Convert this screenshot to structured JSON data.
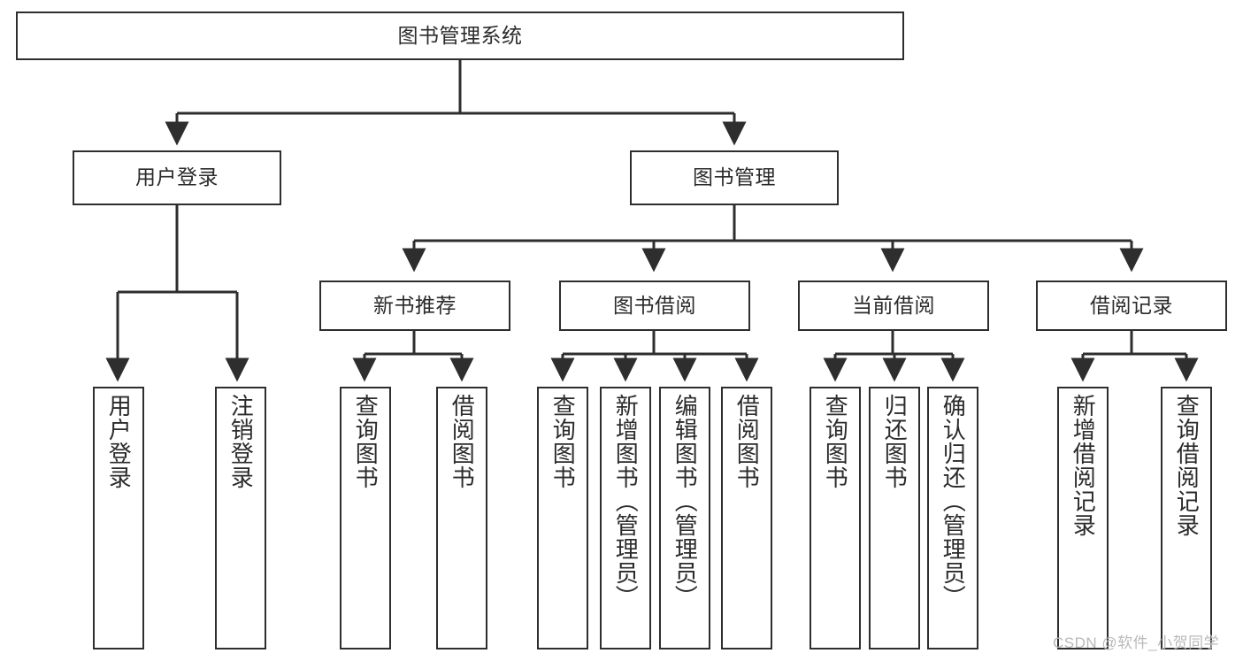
{
  "diagram": {
    "type": "tree-hierarchy-flowchart",
    "title": "图书管理系统",
    "orientation": "top-down",
    "style": {
      "box_border_color": "#2e2e2e",
      "box_fill": "#ffffff",
      "connector_color": "#2e2e2e",
      "background": "#ffffff",
      "watermark_color": "#b9b9b9"
    },
    "root": {
      "id": "root",
      "label": "图书管理系统"
    },
    "level2": [
      {
        "id": "user-login",
        "label": "用户登录"
      },
      {
        "id": "book-management",
        "label": "图书管理"
      }
    ],
    "level3": [
      {
        "id": "new-book-recommend",
        "label": "新书推荐",
        "parent": "book-management"
      },
      {
        "id": "book-borrow",
        "label": "图书借阅",
        "parent": "book-management"
      },
      {
        "id": "current-borrow",
        "label": "当前借阅",
        "parent": "book-management"
      },
      {
        "id": "borrow-record",
        "label": "借阅记录",
        "parent": "book-management"
      }
    ],
    "leaves": {
      "user-login": [
        {
          "id": "leaf-user-login",
          "label": "用户登录"
        },
        {
          "id": "leaf-logout-login",
          "label": "注销登录"
        }
      ],
      "new-book-recommend": [
        {
          "id": "leaf-query-book-1",
          "label": "查询图书"
        },
        {
          "id": "leaf-borrow-book-1",
          "label": "借阅图书"
        }
      ],
      "book-borrow": [
        {
          "id": "leaf-query-book-2",
          "label": "查询图书"
        },
        {
          "id": "leaf-add-book",
          "label": "新增图书（管理员）"
        },
        {
          "id": "leaf-edit-book",
          "label": "编辑图书（管理员）"
        },
        {
          "id": "leaf-borrow-book-2",
          "label": "借阅图书"
        }
      ],
      "current-borrow": [
        {
          "id": "leaf-query-book-3",
          "label": "查询图书"
        },
        {
          "id": "leaf-return-book",
          "label": "归还图书"
        },
        {
          "id": "leaf-confirm-return",
          "label": "确认归还（管理员）"
        }
      ],
      "borrow-record": [
        {
          "id": "leaf-add-record",
          "label": "新增借阅记录"
        },
        {
          "id": "leaf-query-record",
          "label": "查询借阅记录"
        }
      ]
    },
    "watermark": "CSDN @软件_小贺同学"
  }
}
